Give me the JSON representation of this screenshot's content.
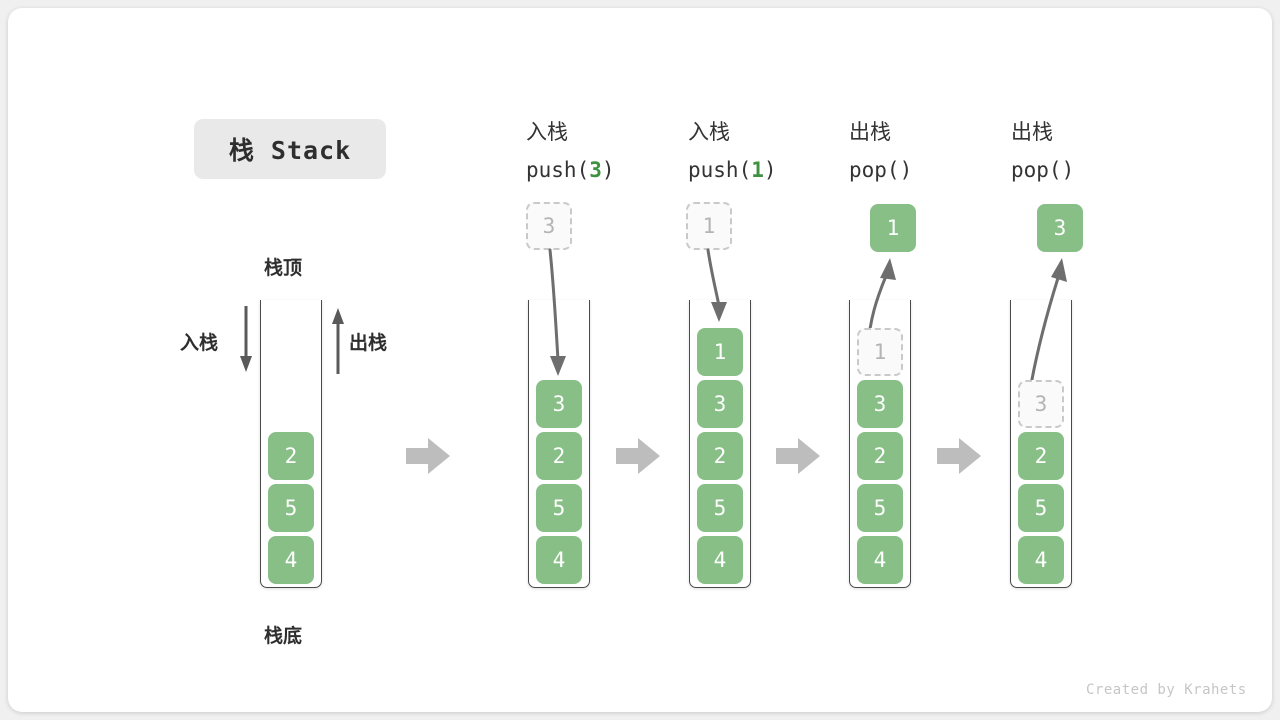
{
  "title": {
    "text": "栈 Stack"
  },
  "labels": {
    "top": "栈顶",
    "bottom": "栈底",
    "push_side": "入栈",
    "pop_side": "出栈"
  },
  "footer": {
    "text": "Created by Krahets"
  },
  "colors": {
    "cell_green": "#87bf87",
    "accent_green": "#3f9142",
    "ghost_border": "#c9c9c9",
    "ghost_text": "#b4b4b4",
    "arrow_gray": "#bdbdbd",
    "line_gray": "#5a5a5a",
    "chip_bg": "#e9e9e9",
    "card_bg": "#ffffff",
    "page_bg": "#f0f0f0"
  },
  "initial_stack": {
    "name": "栈",
    "cells": [
      "4",
      "5",
      "2"
    ]
  },
  "steps": [
    {
      "op_zh": "入栈",
      "op_code_prefix": "push(",
      "op_code_arg": "3",
      "op_code_suffix": ")",
      "float": {
        "value": "3",
        "style": "ghost"
      },
      "cells": [
        "4",
        "5",
        "2",
        "3"
      ],
      "ghost_index": -1,
      "arrow_dir": "down"
    },
    {
      "op_zh": "入栈",
      "op_code_prefix": "push(",
      "op_code_arg": "1",
      "op_code_suffix": ")",
      "float": {
        "value": "1",
        "style": "ghost"
      },
      "cells": [
        "4",
        "5",
        "2",
        "3",
        "1"
      ],
      "ghost_index": -1,
      "arrow_dir": "down"
    },
    {
      "op_zh": "出栈",
      "op_code_prefix": "pop(",
      "op_code_arg": "",
      "op_code_suffix": ")",
      "float": {
        "value": "1",
        "style": "solid"
      },
      "cells": [
        "4",
        "5",
        "2",
        "3",
        "1"
      ],
      "ghost_index": 4,
      "arrow_dir": "up"
    },
    {
      "op_zh": "出栈",
      "op_code_prefix": "pop(",
      "op_code_arg": "",
      "op_code_suffix": ")",
      "float": {
        "value": "3",
        "style": "solid"
      },
      "cells": [
        "4",
        "5",
        "2",
        "3"
      ],
      "ghost_index": 3,
      "arrow_dir": "up"
    }
  ],
  "separators": [
    "chevron-right",
    "chevron-right",
    "chevron-right",
    "chevron-right"
  ]
}
